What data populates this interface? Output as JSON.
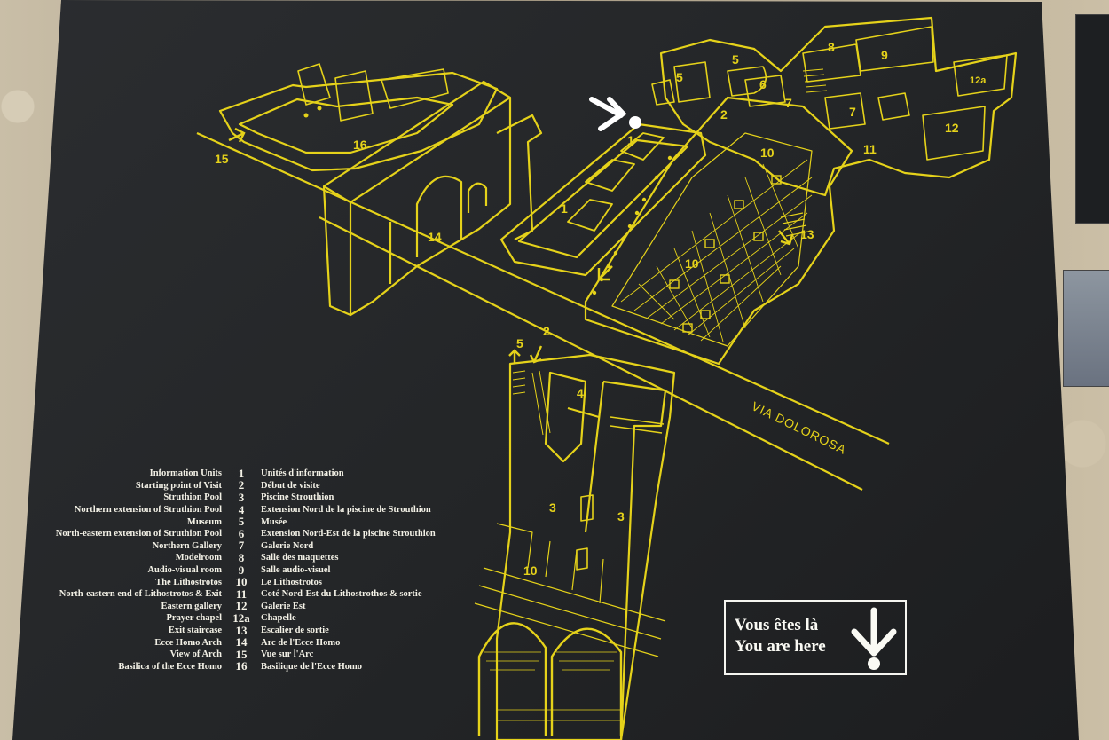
{
  "colors": {
    "board": "#232527",
    "map_line": "#e5d21a",
    "text": "#f3f1e6",
    "marker": "#ffffff"
  },
  "street_label": "VIA DOLOROSA",
  "map_numbers": [
    {
      "id": "n15",
      "text": "15"
    },
    {
      "id": "n16",
      "text": "16"
    },
    {
      "id": "n14",
      "text": "14"
    },
    {
      "id": "n1a",
      "text": "1"
    },
    {
      "id": "n1b",
      "text": "1"
    },
    {
      "id": "n2a",
      "text": "2"
    },
    {
      "id": "n5a",
      "text": "5"
    },
    {
      "id": "n5b",
      "text": "5"
    },
    {
      "id": "n6",
      "text": "6"
    },
    {
      "id": "n7a",
      "text": "7"
    },
    {
      "id": "n7b",
      "text": "7"
    },
    {
      "id": "n8",
      "text": "8"
    },
    {
      "id": "n9",
      "text": "9"
    },
    {
      "id": "n12a",
      "text": "12a"
    },
    {
      "id": "n12",
      "text": "12"
    },
    {
      "id": "n11",
      "text": "11"
    },
    {
      "id": "n10a",
      "text": "10"
    },
    {
      "id": "n10b",
      "text": "10"
    },
    {
      "id": "n13",
      "text": "13"
    },
    {
      "id": "n5c",
      "text": "5"
    },
    {
      "id": "n2b",
      "text": "2"
    },
    {
      "id": "n4",
      "text": "4"
    },
    {
      "id": "n3a",
      "text": "3"
    },
    {
      "id": "n3b",
      "text": "3"
    },
    {
      "id": "n10c",
      "text": "10"
    }
  ],
  "legend": [
    {
      "en": "Information Units",
      "num": "1",
      "fr": "Unités d'information"
    },
    {
      "en": "Starting point of Visit",
      "num": "2",
      "fr": "Début de visite"
    },
    {
      "en": "Struthion Pool",
      "num": "3",
      "fr": "Piscine Strouthion"
    },
    {
      "en": "Northern extension of Struthion Pool",
      "num": "4",
      "fr": "Extension Nord de la piscine de Strouthion"
    },
    {
      "en": "Museum",
      "num": "5",
      "fr": "Musée"
    },
    {
      "en": "North-eastern extension of Struthion Pool",
      "num": "6",
      "fr": "Extension Nord-Est de la piscine Strouthion"
    },
    {
      "en": "Northern Gallery",
      "num": "7",
      "fr": "Galerie Nord"
    },
    {
      "en": "Modelroom",
      "num": "8",
      "fr": "Salle des maquettes"
    },
    {
      "en": "Audio-visual room",
      "num": "9",
      "fr": "Salle audio-visuel"
    },
    {
      "en": "The Lithostrotos",
      "num": "10",
      "fr": "Le Lithostrotos"
    },
    {
      "en": "North-eastern end of Lithostrotos & Exit",
      "num": "11",
      "fr": "Coté Nord-Est du Lithostrothos & sortie"
    },
    {
      "en": "Eastern gallery",
      "num": "12",
      "fr": "Galerie Est"
    },
    {
      "en": "Prayer chapel",
      "num": "12a",
      "fr": "Chapelle"
    },
    {
      "en": "Exit staircase",
      "num": "13",
      "fr": "Escalier de sortie"
    },
    {
      "en": "Ecce Homo Arch",
      "num": "14",
      "fr": "Arc de l'Ecce Homo"
    },
    {
      "en": "View of Arch",
      "num": "15",
      "fr": "Vue sur l'Arc"
    },
    {
      "en": "Basilica of the Ecce Homo",
      "num": "16",
      "fr": "Basilique de l'Ecce Homo"
    }
  ],
  "you_are_here": {
    "fr": "Vous êtes là",
    "en": "You are here",
    "icon": "you-are-here-arrow-icon"
  }
}
